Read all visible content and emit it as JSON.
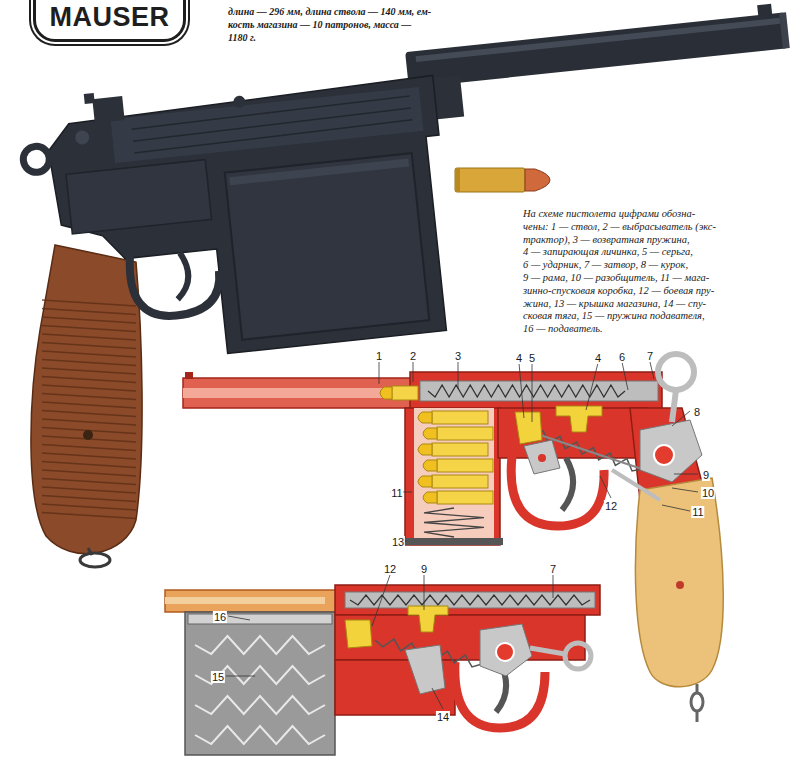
{
  "diagram": {
    "nodes": [
      {
        "text": [
          "MAUSER"
        ]
      }
    ],
    "labels": [
      "длина — 296 мм, длина ствола — 140 мм, ем-",
      "кость магазина — 10 патронов, масса —",
      "1180 г.",
      "На схеме пистолета цифрами обозна-",
      "чены: 1 — ствол, 2 — выбрасыватель (экс-",
      "трактор), 3 — возвратная пружина,",
      "4 — запирающая личинка, 5 — серьга,",
      "6 — ударник, 7 — затвор, 8 — курок,",
      "9 — рама, 10 — разобщитель, 11 — мага-",
      "зинно-спусковая коробка, 12 — боевая пру-",
      "жина, 13 — крышка магазина, 14 — спу-",
      "сковая тяга, 15 — пружина подавателя,",
      "16 — подаватель.",
      "1",
      "2",
      "3",
      "4",
      "5",
      "4",
      "6",
      "7",
      "8",
      "9",
      "10",
      "11",
      "11",
      "12",
      "13",
      "12",
      "9",
      "7",
      "16",
      "15",
      "14"
    ]
  }
}
